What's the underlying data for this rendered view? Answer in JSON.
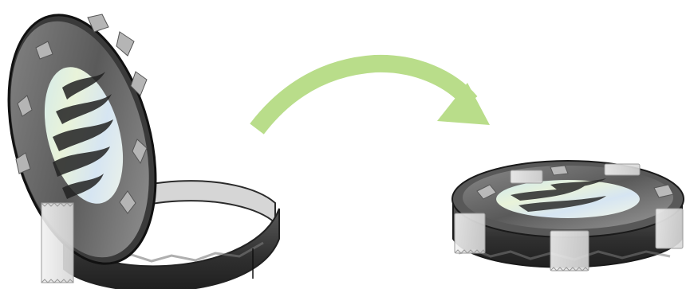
{
  "steps": [
    {
      "id": "before",
      "description_visual": "open-round-box-with-lid-standing"
    },
    {
      "id": "after",
      "description_visual": "closed-round-box-taped"
    }
  ],
  "arrow": {
    "color": "#b9dd8a",
    "direction": "right"
  },
  "colors": {
    "dark": "#2e2e2e",
    "mid": "#6a6a6a",
    "light": "#bdbdbd",
    "band_inner": "#d9d9d9",
    "holo": "#cfe6ee",
    "tape": "#e8e8e8"
  }
}
